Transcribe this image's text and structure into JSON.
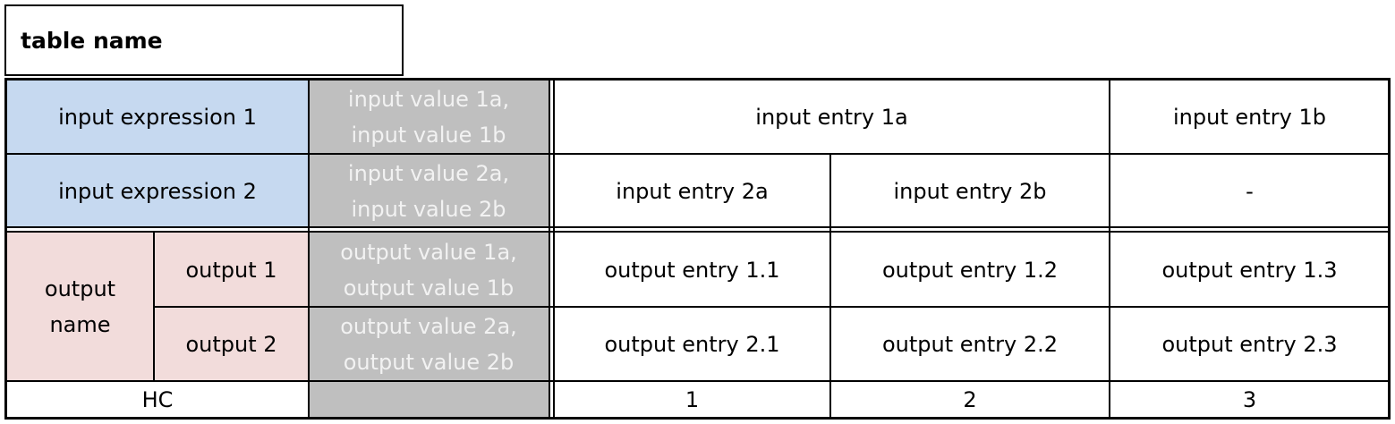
{
  "table_name": "table name",
  "inputs": [
    {
      "expression": "input expression 1",
      "values": [
        "input value 1a,",
        "input value 1b"
      ],
      "entries": [
        "input entry 1a",
        "input entry 1b"
      ]
    },
    {
      "expression": "input expression 2",
      "values": [
        "input value 2a,",
        "input value 2b"
      ],
      "entries": [
        "input entry 2a",
        "input entry 2b",
        "-"
      ]
    }
  ],
  "output": {
    "name_lines": [
      "output",
      "name"
    ],
    "components": [
      {
        "label": "output 1",
        "values": [
          "output value 1a,",
          "output value 1b"
        ],
        "entries": [
          "output entry 1.1",
          "output entry 1.2",
          "output entry 1.3"
        ]
      },
      {
        "label": "output 2",
        "values": [
          "output value 2a,",
          "output value 2b"
        ],
        "entries": [
          "output entry 2.1",
          "output entry 2.2",
          "output entry 2.3"
        ]
      }
    ]
  },
  "hit_policy": "HC",
  "rule_numbers": [
    "1",
    "2",
    "3"
  ],
  "colors": {
    "input_expression_bg": "#c6d9f0",
    "output_name_bg": "#f2dcdb",
    "values_bg": "#bfbfbf",
    "values_text": "#f2f2f2",
    "border": "#000000"
  }
}
